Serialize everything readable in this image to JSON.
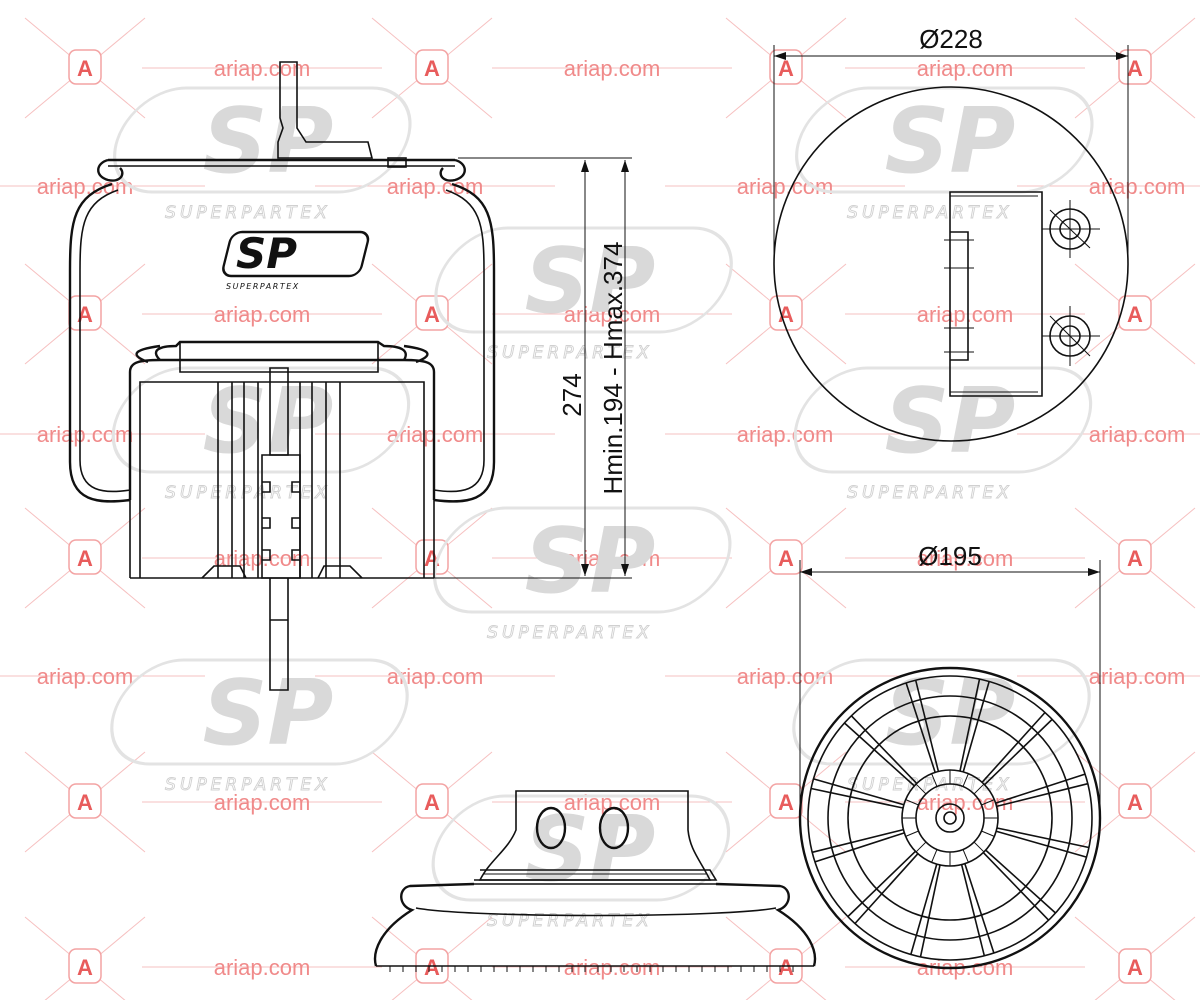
{
  "dimensions": {
    "top_diameter": "Ø228",
    "bottom_diameter": "Ø195",
    "height": "274",
    "height_range": "Hmin.194 - Hmax.374"
  },
  "watermark": {
    "site": "ariap.com",
    "badge": "A",
    "brand_initials": "SP",
    "brand_name": "SUPERPARTEX"
  },
  "logo": {
    "initials": "SP",
    "name": "SUPERPARTEX"
  },
  "colors": {
    "line": "#111111",
    "watermark_text": "#f08a8a",
    "watermark_badge": "#e85c5c",
    "brand_watermark": "#d9d9d9"
  }
}
